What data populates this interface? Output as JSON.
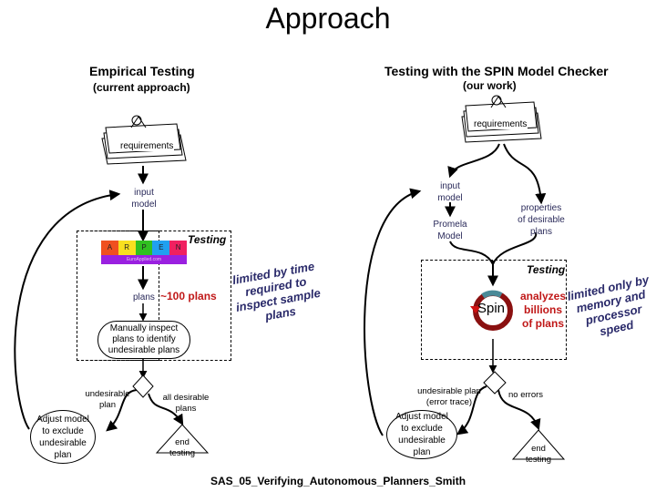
{
  "title": "Approach",
  "left": {
    "heading": "Empirical Testing",
    "subheading": "(current approach)",
    "requirements": "requirements",
    "input_model": [
      "input",
      "model"
    ],
    "testing_label": "Testing",
    "planner_letters": [
      "A",
      "R",
      "P",
      "E",
      "N"
    ],
    "planner_caption": "EuroApplied.com",
    "plans_label": "plans",
    "plans_count": "~100 plans",
    "inspect_step": [
      "Manually inspect",
      "plans to identify",
      "undesirable plans"
    ],
    "undesirable_branch": [
      "undesirable",
      "plan"
    ],
    "desirable_branch": [
      "all desirable",
      "plans"
    ],
    "adjust_step": [
      "Adjust model",
      "to exclude",
      "undesirable",
      "plan"
    ],
    "end_step": [
      "end",
      "testing"
    ],
    "limit_note": [
      "limited by time",
      "required to",
      "inspect sample",
      "plans"
    ]
  },
  "right": {
    "heading": "Testing with the SPIN Model Checker",
    "subheading": "(our work)",
    "requirements": "requirements",
    "input_model": [
      "input",
      "model"
    ],
    "promela_model": [
      "Promela",
      "Model"
    ],
    "properties": [
      "properties",
      "of desirable",
      "plans"
    ],
    "testing_label": "Testing",
    "spin_logo": "Spin",
    "spin_count": [
      "analyzes",
      "billions",
      "of plans"
    ],
    "undesirable_branch": [
      "undesirable plan",
      "(error trace)"
    ],
    "no_errors_branch": "no errors",
    "adjust_step": [
      "Adjust model",
      "to exclude",
      "undesirable",
      "plan"
    ],
    "end_step": [
      "end",
      "testing"
    ],
    "limit_note": [
      "limited only by",
      "memory and",
      "processor",
      "speed"
    ]
  },
  "footer": "SAS_05_Verifying_Autonomous_Planners_Smith",
  "colors": {
    "accent_red": "#c01818",
    "note_navy": "#2a2a6a",
    "label_navy": "#2a2a5a"
  }
}
